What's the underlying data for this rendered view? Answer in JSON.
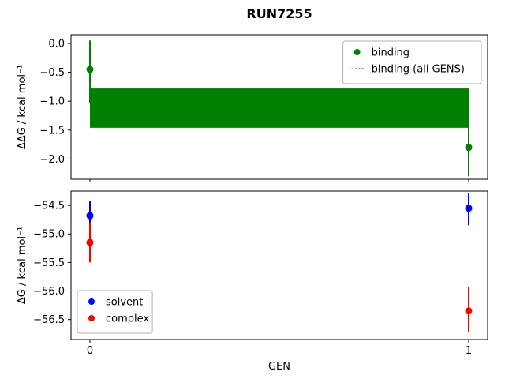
{
  "title": "RUN7255",
  "chart_data": [
    {
      "name": "ddG-subplot",
      "type": "scatter",
      "ylabel": "ΔΔG / kcal mol⁻¹",
      "xlim": [
        -0.05,
        1.05
      ],
      "ylim": [
        -2.35,
        0.15
      ],
      "yticks": [
        0.0,
        -0.5,
        -1.0,
        -1.5,
        -2.0
      ],
      "yticklabels": [
        "0.0",
        "−0.5",
        "−1.0",
        "−1.5",
        "−2.0"
      ],
      "xticks": [
        0,
        1
      ],
      "xticklabels": [
        "0",
        "1"
      ],
      "show_xticklabels": false,
      "band": {
        "name": "binding (all GENS)",
        "color": "#008000",
        "opacity": 1,
        "x": [
          0,
          1
        ],
        "y_lo": -1.46,
        "y_hi": -0.78,
        "center": -1.12
      },
      "series": [
        {
          "name": "binding",
          "color": "#008000",
          "x": [
            0,
            1
          ],
          "y": [
            -0.45,
            -1.8
          ],
          "err_hi": [
            0.05,
            -1.32
          ],
          "err_lo": [
            -1.03,
            -2.3
          ]
        }
      ],
      "legend": {
        "position": "upper-right",
        "entries": [
          {
            "label": "binding",
            "type": "marker",
            "color": "#008000"
          },
          {
            "label": "binding (all GENS)",
            "type": "dotted-line",
            "color": "#008000"
          }
        ]
      }
    },
    {
      "name": "dG-subplot",
      "type": "scatter",
      "ylabel": "ΔG / kcal mol⁻¹",
      "xlabel": "GEN",
      "xlim": [
        -0.05,
        1.05
      ],
      "ylim": [
        -56.85,
        -54.25
      ],
      "yticks": [
        -54.5,
        -55.0,
        -55.5,
        -56.0,
        -56.5
      ],
      "yticklabels": [
        "−54.5",
        "−55.0",
        "−55.5",
        "−56.0",
        "−56.5"
      ],
      "xticks": [
        0,
        1
      ],
      "xticklabels": [
        "0",
        "1"
      ],
      "show_xticklabels": true,
      "series": [
        {
          "name": "solvent",
          "color": "#0000ff",
          "x": [
            0,
            1
          ],
          "y": [
            -54.68,
            -54.55
          ],
          "err_hi": [
            -54.42,
            -54.28
          ],
          "err_lo": [
            -54.95,
            -54.85
          ]
        },
        {
          "name": "complex",
          "color": "#ff0000",
          "x": [
            0,
            1
          ],
          "y": [
            -55.15,
            -56.35
          ],
          "err_hi": [
            -54.8,
            -55.93
          ],
          "err_lo": [
            -55.5,
            -56.72
          ]
        }
      ],
      "legend": {
        "position": "lower-left",
        "entries": [
          {
            "label": "solvent",
            "type": "marker",
            "color": "#0000ff"
          },
          {
            "label": "complex",
            "type": "marker",
            "color": "#ff0000"
          }
        ]
      }
    }
  ]
}
